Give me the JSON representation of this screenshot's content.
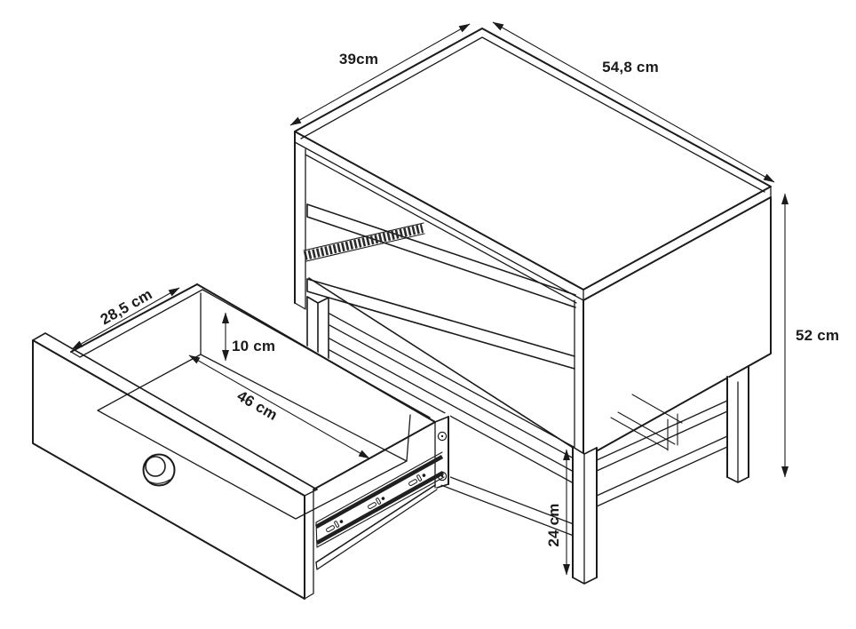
{
  "page": {
    "background": "#ffffff",
    "line_color": "#1b1b1b",
    "diagram_type": "furniture dimension drawing",
    "subject": "nightstand with open shelf and pulled-out drawer"
  },
  "dimensions": {
    "top_depth": {
      "label": "39cm"
    },
    "top_width": {
      "label": "54,8 cm"
    },
    "total_height": {
      "label": "52 cm"
    },
    "drawer_depth": {
      "label": "28,5 cm"
    },
    "drawer_inner_height": {
      "label": "10 cm"
    },
    "drawer_inner_width": {
      "label": "46 cm"
    },
    "leg_height": {
      "label": "24 cm"
    }
  }
}
